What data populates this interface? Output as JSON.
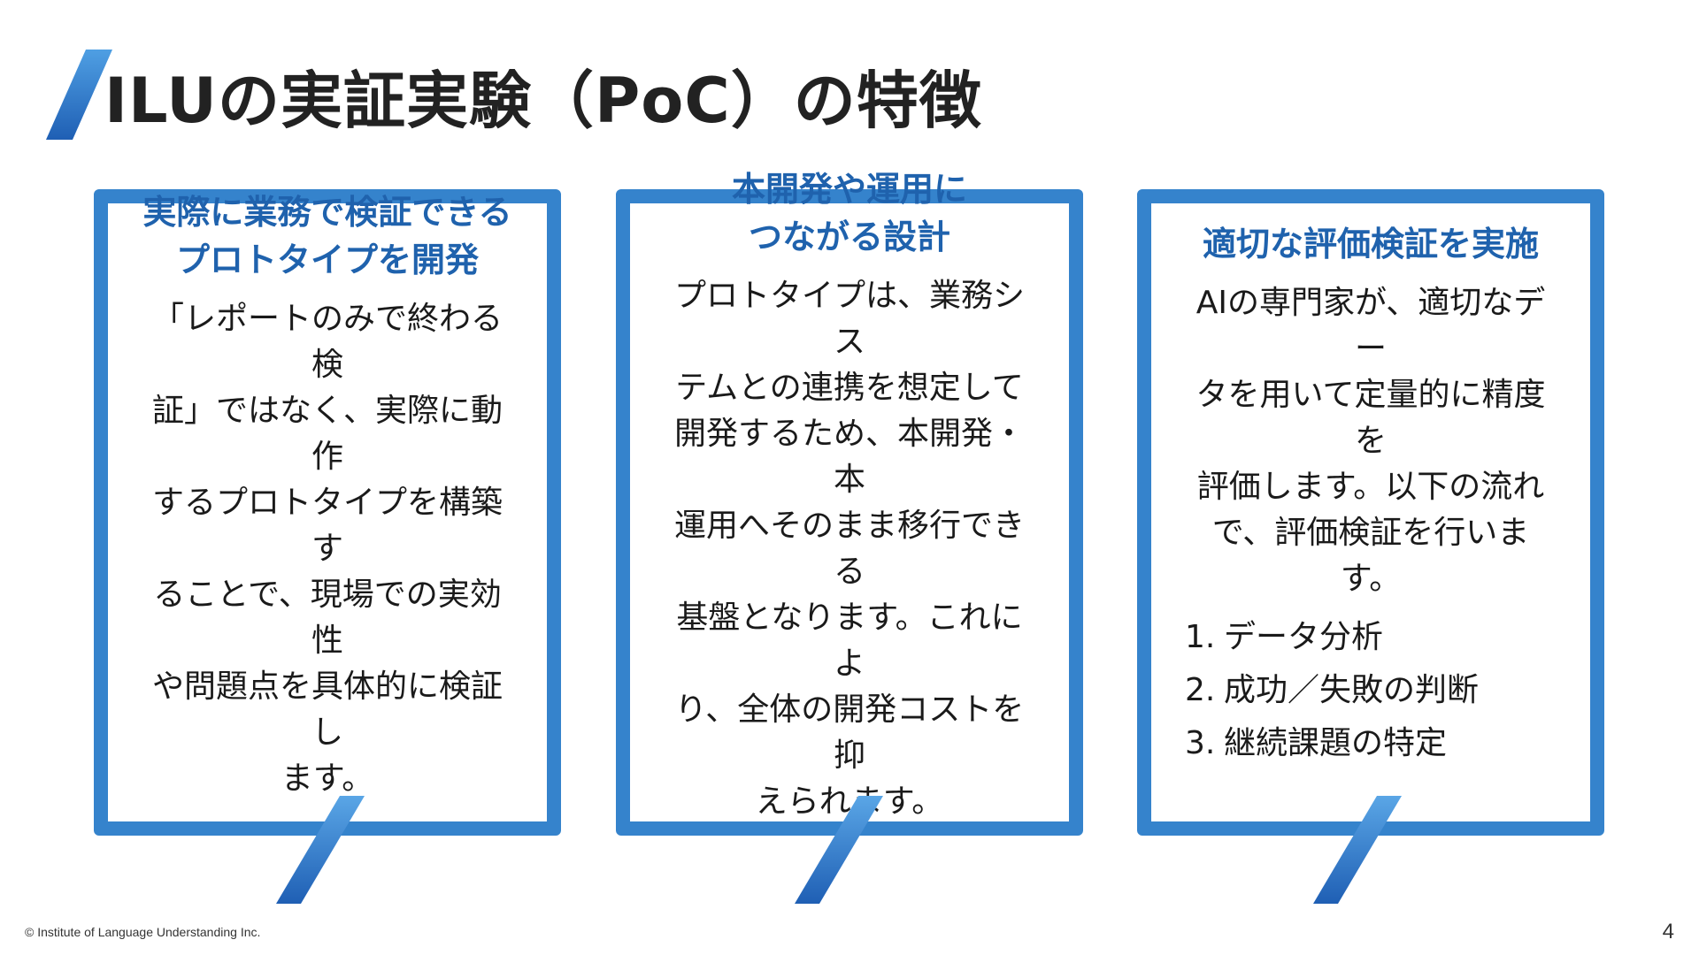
{
  "slide": {
    "title": "ILUの実証実験（PoC）の特徴",
    "cards": [
      {
        "heading_lines": [
          "実際に業務で検証できる",
          "プロトタイプを開発"
        ],
        "body_lines": [
          "「レポートのみで終わる検",
          "証」ではなく、実際に動作",
          "するプロトタイプを構築す",
          "ることで、現場での実効性",
          "や問題点を具体的に検証し",
          "ます。"
        ]
      },
      {
        "heading_lines": [
          "本開発や運用に",
          "つながる設計"
        ],
        "body_lines": [
          "プロトタイプは、業務シス",
          "テムとの連携を想定して",
          "開発するため、本開発・本",
          "運用へそのまま移行できる",
          "基盤となります。これによ",
          "り、全体の開発コストを抑",
          "えられます。"
        ]
      },
      {
        "heading_lines": [
          "適切な評価検証を実施"
        ],
        "body_lines": [
          "AIの専門家が、適切なデー",
          "タを用いて定量的に精度を",
          "評価します。以下の流れ",
          "で、評価検証を行います。"
        ],
        "steps": [
          {
            "num": "1.",
            "label": "データ分析"
          },
          {
            "num": "2.",
            "label": "成功／失敗の判断"
          },
          {
            "num": "3.",
            "label": "継続課題の特定"
          }
        ]
      }
    ],
    "footer": "© Institute of Language Understanding Inc.",
    "page_number": "4"
  },
  "colors": {
    "accent_blue": "#3583cc",
    "heading_blue": "#1f62ad",
    "slash_light": "#5aa6e6",
    "slash_dark": "#1f5fb4"
  }
}
